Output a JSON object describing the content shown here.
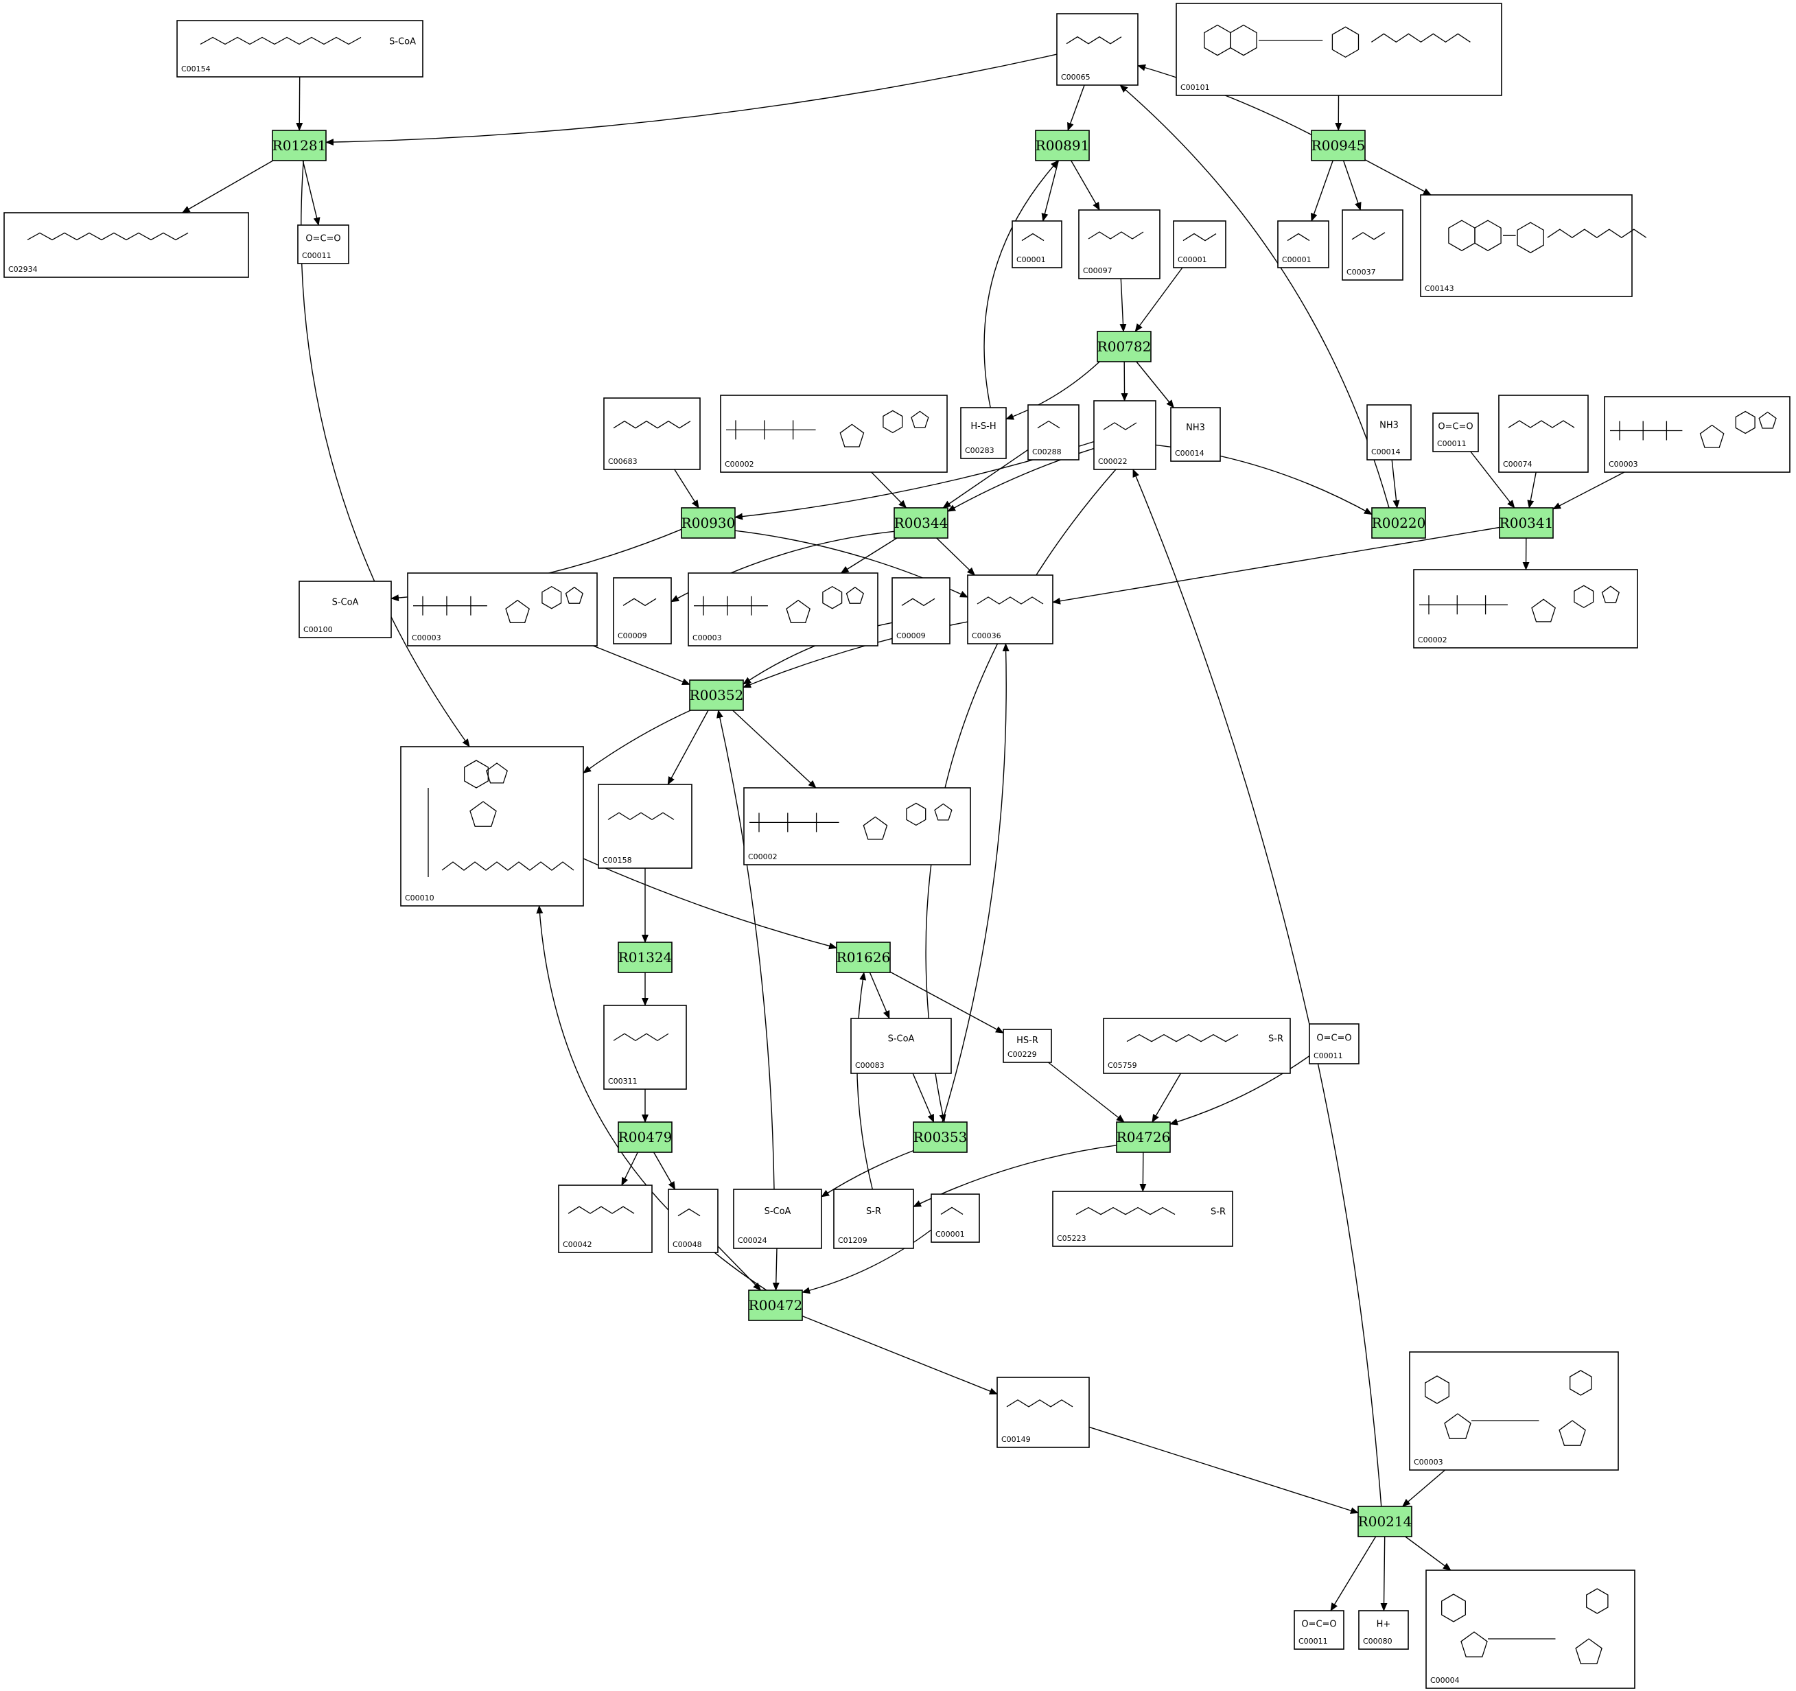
{
  "reactions": [
    "R01281",
    "R00891",
    "R00945",
    "R00782",
    "R00930",
    "R00344",
    "R00220",
    "R00341",
    "R00352",
    "R01324",
    "R01626",
    "R00479",
    "R00353",
    "R04726",
    "R00472",
    "R00214"
  ],
  "compounds": {
    "n1": "C00154",
    "n2": "C00065",
    "n3": "C00101",
    "n4": "C02934",
    "n5": "C00011",
    "n6": "C00001",
    "n7": "C00097",
    "n8": "C00001",
    "n9": "C00001",
    "n10": "C00037",
    "n11": "C00143",
    "n12": "C00283",
    "n13": "C00288",
    "n14": "C00022",
    "n15": "C00014",
    "n16": "C00683",
    "n17": "C00002",
    "n18": "C00014",
    "n19": "C00011",
    "n20": "C00074",
    "n21": "C00003",
    "n22": "C00100",
    "n23": "C00003",
    "n24": "C00009",
    "n25": "C00003",
    "n26": "C00009",
    "n27": "C00036",
    "n28": "C00002",
    "n29": "C00010",
    "n30": "C00158",
    "n31": "C00002",
    "n32": "C00311",
    "n33": "C00083",
    "n34": "C00229",
    "n35": "C05759",
    "n36": "C00011",
    "n37": "C00042",
    "n38": "C00048",
    "n39": "C00024",
    "n40": "C01209",
    "n41": "C00001",
    "n42": "C05223",
    "n43": "C00149",
    "n44": "C00003",
    "n45": "C00011",
    "n46": "C00080",
    "n47": "C00004"
  },
  "formulas": {
    "n1": "S-CoA",
    "n5": "O=C=O",
    "n12": "H-S-H",
    "n15": "NH3",
    "n18": "NH3",
    "n19": "O=C=O",
    "n22": "S-CoA",
    "n33": "S-CoA",
    "n34": "HS-R",
    "n35": "S-R",
    "n36": "O=C=O",
    "n39": "S-CoA",
    "n40": "S-R",
    "n42": "S-R",
    "n45": "O=C=O",
    "n46": "H+"
  },
  "colors": {
    "reaction_fill": "#99ee99",
    "compound_fill": "#ffffff",
    "stroke": "#000000"
  }
}
